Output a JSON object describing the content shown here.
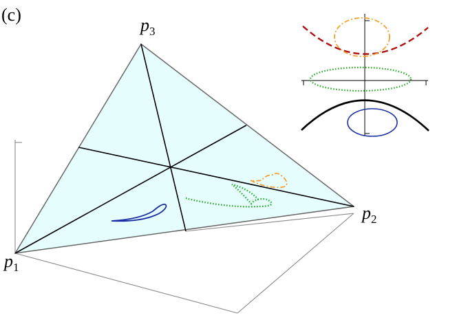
{
  "panel_label": "(c)",
  "vertices": {
    "p1": {
      "base": "p",
      "sub": "1"
    },
    "p2": {
      "base": "p",
      "sub": "2"
    },
    "p3": {
      "base": "p",
      "sub": "3"
    }
  },
  "colors": {
    "triangle_fill": "#e6fdfe",
    "triangle_edge": "#666666",
    "median": "#000000",
    "box_edge": "#888888",
    "blue_curve": "#1a2ea0",
    "green_curve": "#22aa22",
    "orange_curve": "#f0a030",
    "red_curve": "#aa1111",
    "black_curve": "#000000"
  },
  "line_styles": {
    "blue_curve": "solid",
    "green_curve": "dotted",
    "orange_curve": "dash-dot",
    "red_curve": "dashed",
    "black_curve": "solid"
  }
}
